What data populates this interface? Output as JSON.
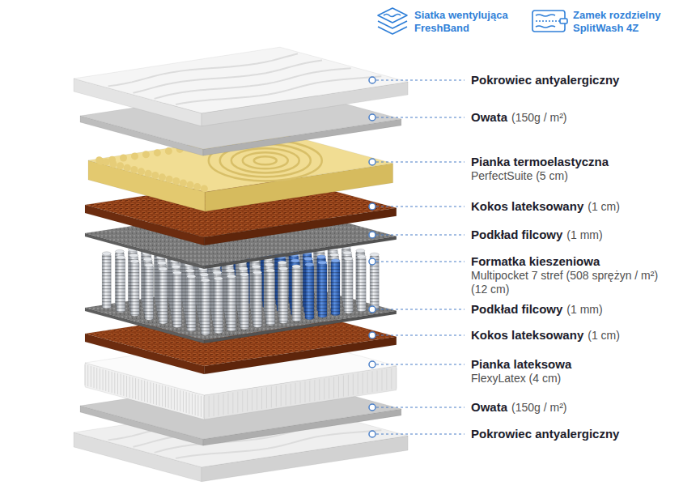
{
  "diagram": {
    "labels": [
      "Siatka wentylująca FreshBand",
      "Zamek rozdzielny SplitWash 4Z",
      "Pokrowiec antyalergiczny",
      "Owata",
      "(150g / m²)",
      "Pianka termoelastyczna",
      "PerfectSuite (5 cm)",
      "Kokos lateksowany",
      "(1 cm)",
      "Podkład filcowy",
      "(1 mm)",
      "Formatka kieszeniowa",
      "Multipocket 7 stref (508 sprężyn / m²) (12 cm)",
      "Podkład filcowy",
      "(1 mm)",
      "Kokos lateksowany",
      "(1 cm)",
      "Pianka lateksowa",
      "FlexyLatex (4 cm)",
      "Owata",
      "(150g / m²)",
      "Pokrowiec antyalergiczny"
    ]
  }
}
